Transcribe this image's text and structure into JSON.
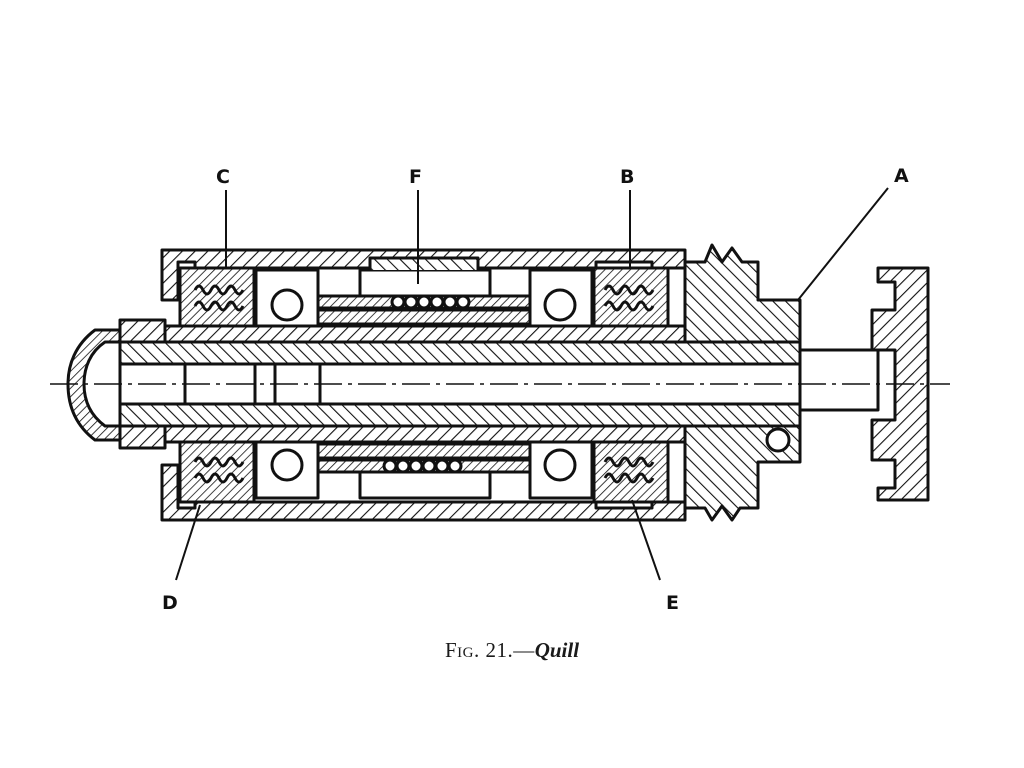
{
  "figure": {
    "labels": {
      "a": "A",
      "b": "B",
      "c": "C",
      "d": "D",
      "e": "E",
      "f": "F"
    },
    "caption": {
      "fig_number": "Fig. 21.—",
      "title": "Quill"
    }
  }
}
